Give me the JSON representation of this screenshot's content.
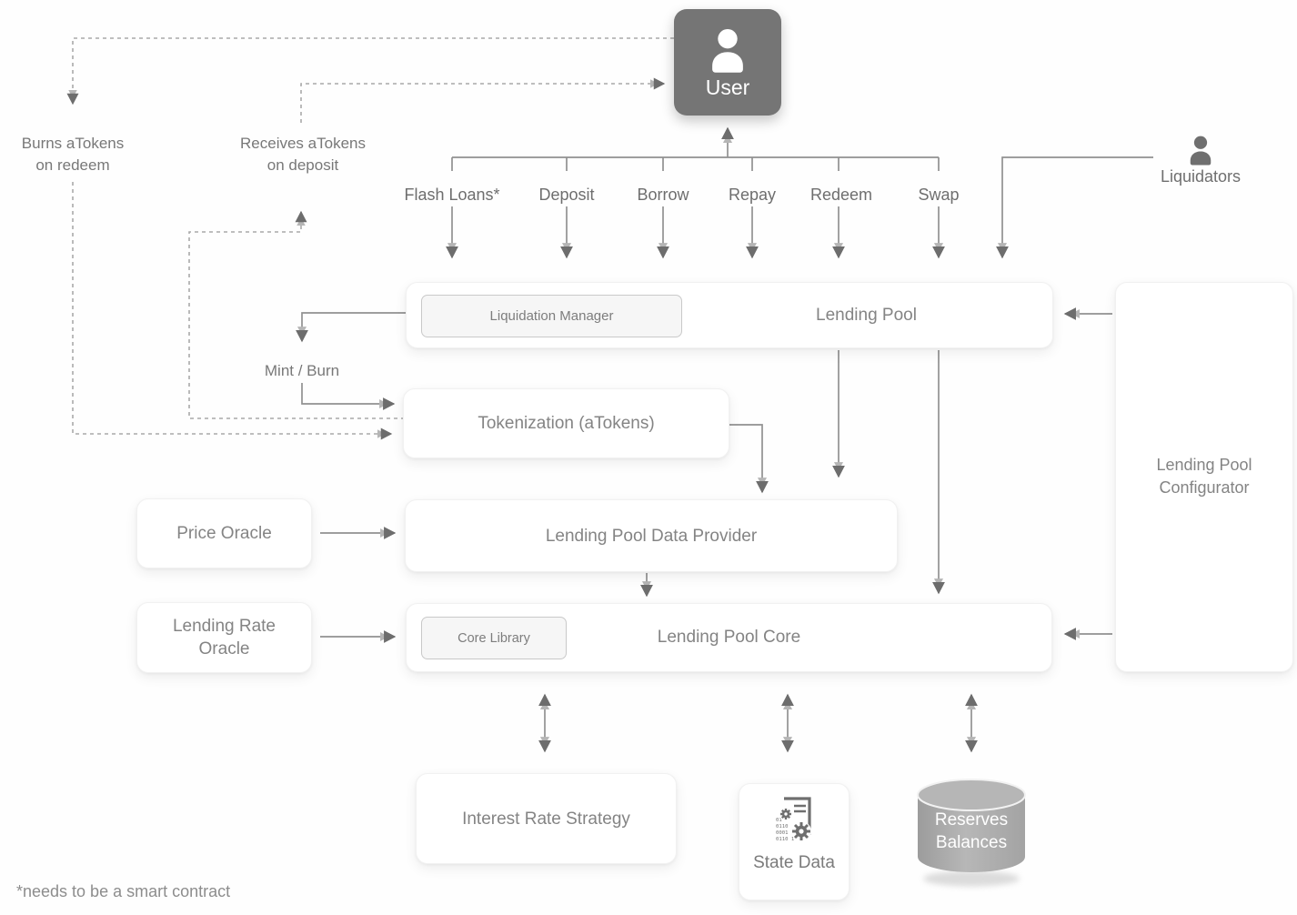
{
  "user": {
    "label": "User"
  },
  "liquidators": {
    "label": "Liquidators"
  },
  "actions": {
    "flash_loans": "Flash Loans*",
    "deposit": "Deposit",
    "borrow": "Borrow",
    "repay": "Repay",
    "redeem": "Redeem",
    "swap": "Swap"
  },
  "notes": {
    "burns": "Burns aTokens\non redeem",
    "receives": "Receives aTokens\non deposit",
    "mint_burn": "Mint / Burn",
    "footnote": "*needs to be a smart contract"
  },
  "nodes": {
    "lending_pool": "Lending Pool",
    "liquidation_manager": "Liquidation Manager",
    "tokenization": "Tokenization (aTokens)",
    "price_oracle": "Price Oracle",
    "data_provider": "Lending Pool Data Provider",
    "lending_rate_oracle": "Lending Rate\nOracle",
    "core": "Lending Pool Core",
    "core_library": "Core Library",
    "configurator": "Lending Pool\nConfigurator",
    "interest_rate_strategy": "Interest Rate Strategy",
    "state_data": "State Data",
    "reserves_balances": "Reserves\nBalances"
  },
  "state_icon_binary": [
    "01",
    "0110",
    "0001",
    "0110 1"
  ],
  "colors": {
    "user_box": "#757575",
    "line": "#919191",
    "arrowhead": "#6d6d6d",
    "dashed_line": "#a9a9a9",
    "node_background": "#ffffff",
    "chip_background": "#f6f6f6",
    "chip_border": "#c9c9c9",
    "cylinder": "#adadad",
    "text": "#757575"
  }
}
